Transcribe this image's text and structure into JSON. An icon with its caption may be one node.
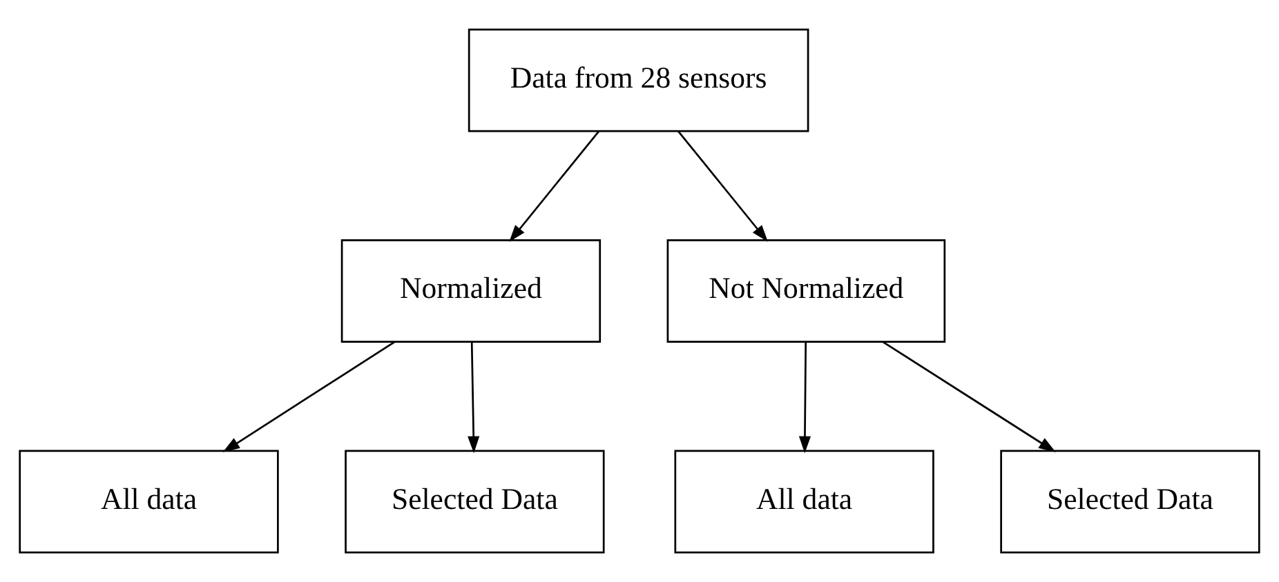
{
  "diagram": {
    "nodes": [
      {
        "text": [
          "Data from 28 sensors"
        ]
      },
      {
        "text": [
          "Normalized"
        ]
      },
      {
        "text": [
          "Not Normalized"
        ]
      },
      {
        "text": [
          "All data"
        ]
      },
      {
        "text": [
          "Selected Data"
        ]
      },
      {
        "text": [
          "All data"
        ]
      },
      {
        "text": [
          "Selected Data"
        ]
      }
    ],
    "edges": [
      {
        "from": 0,
        "to": 1,
        "arrow": "to"
      },
      {
        "from": 0,
        "to": 2,
        "arrow": "to"
      },
      {
        "from": 1,
        "to": 3,
        "arrow": "to"
      },
      {
        "from": 1,
        "to": 4,
        "arrow": "to"
      },
      {
        "from": 2,
        "to": 5,
        "arrow": "to"
      },
      {
        "from": 2,
        "to": 6,
        "arrow": "to"
      }
    ]
  }
}
